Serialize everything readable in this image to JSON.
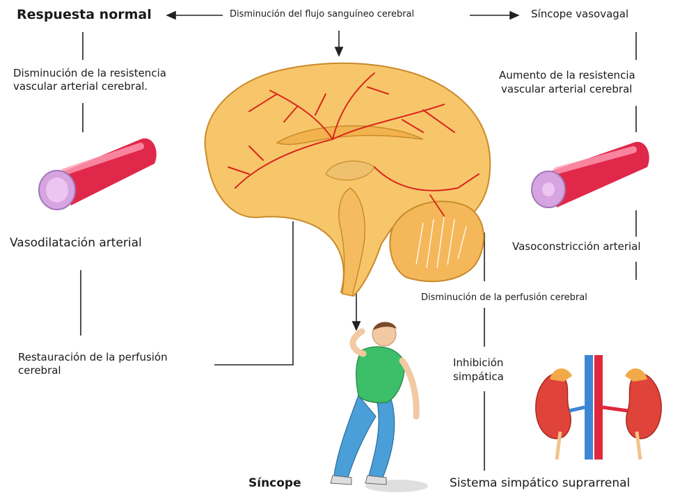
{
  "labels": {
    "center_top": "Disminución del flujo sanguíneo cerebral",
    "left_title": "Respuesta normal",
    "right_title": "Síncope vasovagal",
    "left_resistance_1": "Disminución de la resistencia",
    "left_resistance_2": "vascular arterial cerebral.",
    "right_resistance_1": "Aumento de la resistencia",
    "right_resistance_2": "vascular arterial cerebral",
    "vasodilation": "Vasodilatación arterial",
    "vasoconstriction": "Vasoconstricción arterial",
    "perfusion_decrease": "Disminución de la perfusión cerebral",
    "restoration_1": "Restauración de la perfusión",
    "restoration_2": "cerebral",
    "inhibition_1": "Inhibición",
    "inhibition_2": "simpática",
    "syncope": "Síncope",
    "adrenal": "Sistema simpático suprarrenal"
  },
  "colors": {
    "artery_red": "#e0284a",
    "artery_lumen": "#e9a6e2",
    "brain_fill": "#f7c66a",
    "brain_vessels": "#d8261c",
    "kidney": "#e0433a",
    "line": "#222222"
  },
  "icons": {
    "brain": "brain-illustration",
    "artery_dilated": "dilated-artery-illustration",
    "artery_constricted": "constricted-artery-illustration",
    "person": "fainting-person-illustration",
    "kidneys": "kidneys-adrenal-illustration"
  }
}
